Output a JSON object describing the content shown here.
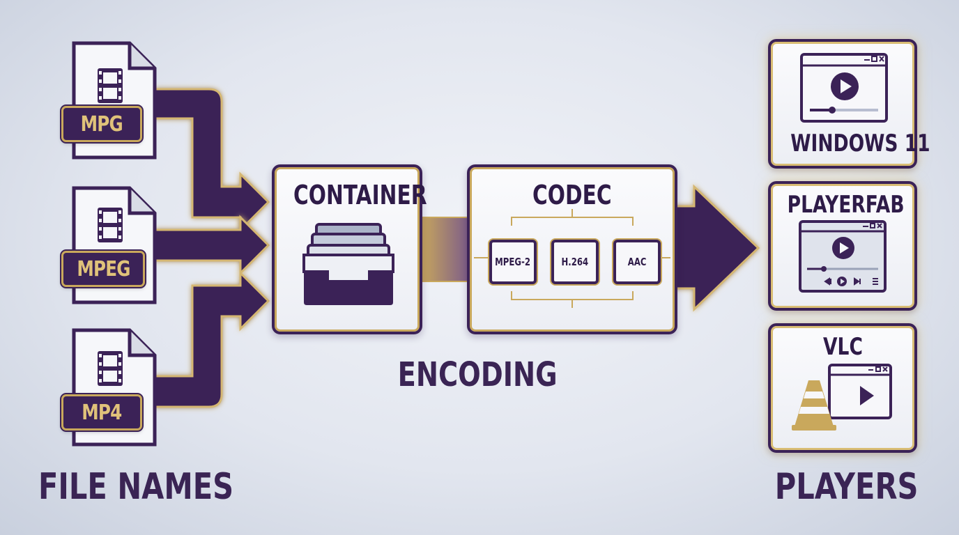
{
  "file_names": {
    "heading": "FILE NAMES",
    "files": [
      {
        "label": "MPG"
      },
      {
        "label": "MPEG"
      },
      {
        "label": "MP4"
      }
    ]
  },
  "container": {
    "title": "CONTAINER"
  },
  "codec": {
    "title": "CODEC",
    "chips": [
      "MPEG-2",
      "H.264",
      "AAC"
    ]
  },
  "encoding": {
    "heading": "ENCODING"
  },
  "players": {
    "heading": "PLAYERS",
    "items": [
      {
        "label": "WINDOWS 11"
      },
      {
        "label": "PLAYERFAB"
      },
      {
        "label": "VLC"
      }
    ]
  },
  "colors": {
    "primary": "#3b2257",
    "accent": "#c9a85c",
    "background": "#e2e6ef"
  }
}
